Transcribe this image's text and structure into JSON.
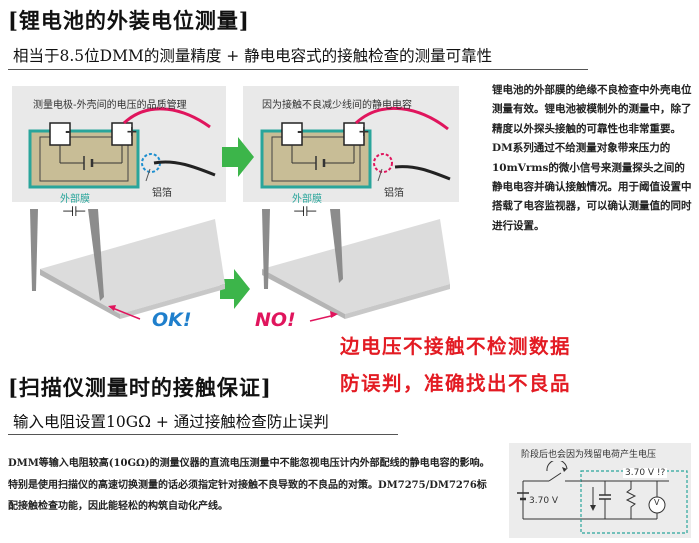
{
  "section1": {
    "title": "[锂电池的外装电位测量]",
    "subtitle": "相当于8.5位DMM的测量精度 + 静电电容式的接触检查的测量可靠性",
    "illustration": {
      "left_caption": "测量电极-外壳间的电压的品质管理",
      "right_caption": "因为接触不良减少线间的静电电容",
      "outer_film_label": "外部膜",
      "foil_label": "铝箔",
      "minus_symbol": "-",
      "plus_symbol": "+",
      "capacitor_symbol": "⊣⊢",
      "ok_label": "OK!",
      "ng_label": "NO!"
    },
    "side_text": "锂电池的外部膜的绝缘不良检查中外壳电位测量有效。锂电池被模制外的测量中，除了精度以外探头接触的可靠性也非常重要。DM系列通过不给测量对象带来压力的10mVrms的微小信号来测量探头之间的静电电容并确认接触情况。用于阈值设置中搭载了电容监视器，可以确认测量值的同时进行设置。"
  },
  "overlay": {
    "line1": "边电压不接触不检测数据",
    "line2": "防误判，准确找出不良品"
  },
  "section2": {
    "title": "[扫描仪测量时的接触保证]",
    "subtitle": "输入电阻设置10GΩ + 通过接触检查防止误判",
    "body": "DMM等输入电阻较高(10GΩ)的测量仪器的直流电压测量中不能忽视电压计内外部配线的静电电容的影响。特别是使用扫描仪的高速切换测量的话必须指定针对接触不良导致的不良品的对策。DM7275/DM7276标配接触检查功能，因此能轻松的构筑自动化产线。",
    "circuit": {
      "caption": "阶段后也会因为残留电荷产生电压",
      "left_voltage": "3.70 V",
      "right_voltage": "3.70 V !?",
      "meter_symbol": "V"
    }
  },
  "colors": {
    "accent_red": "#e31b23",
    "teal": "#2aa59b",
    "green_arrow": "#3cb54a",
    "panel_bg": "#e9e9e9"
  }
}
